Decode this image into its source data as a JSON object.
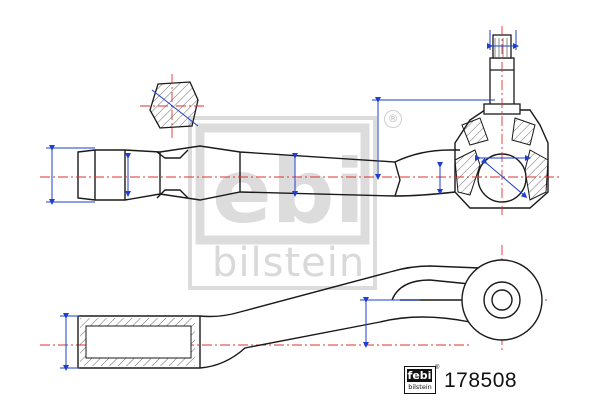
{
  "watermark": {
    "logo": "febi",
    "brand": "bilstein",
    "registered": "®"
  },
  "badge": {
    "logo": "febi",
    "brand": "bilstein",
    "registered": "®"
  },
  "part_number": "178508",
  "colors": {
    "line": "#1a1a1a",
    "dimension": "#1e3fd0",
    "centerline": "#e03030",
    "hatch": "#6b6b6b",
    "watermark": "#d9d9d9"
  }
}
